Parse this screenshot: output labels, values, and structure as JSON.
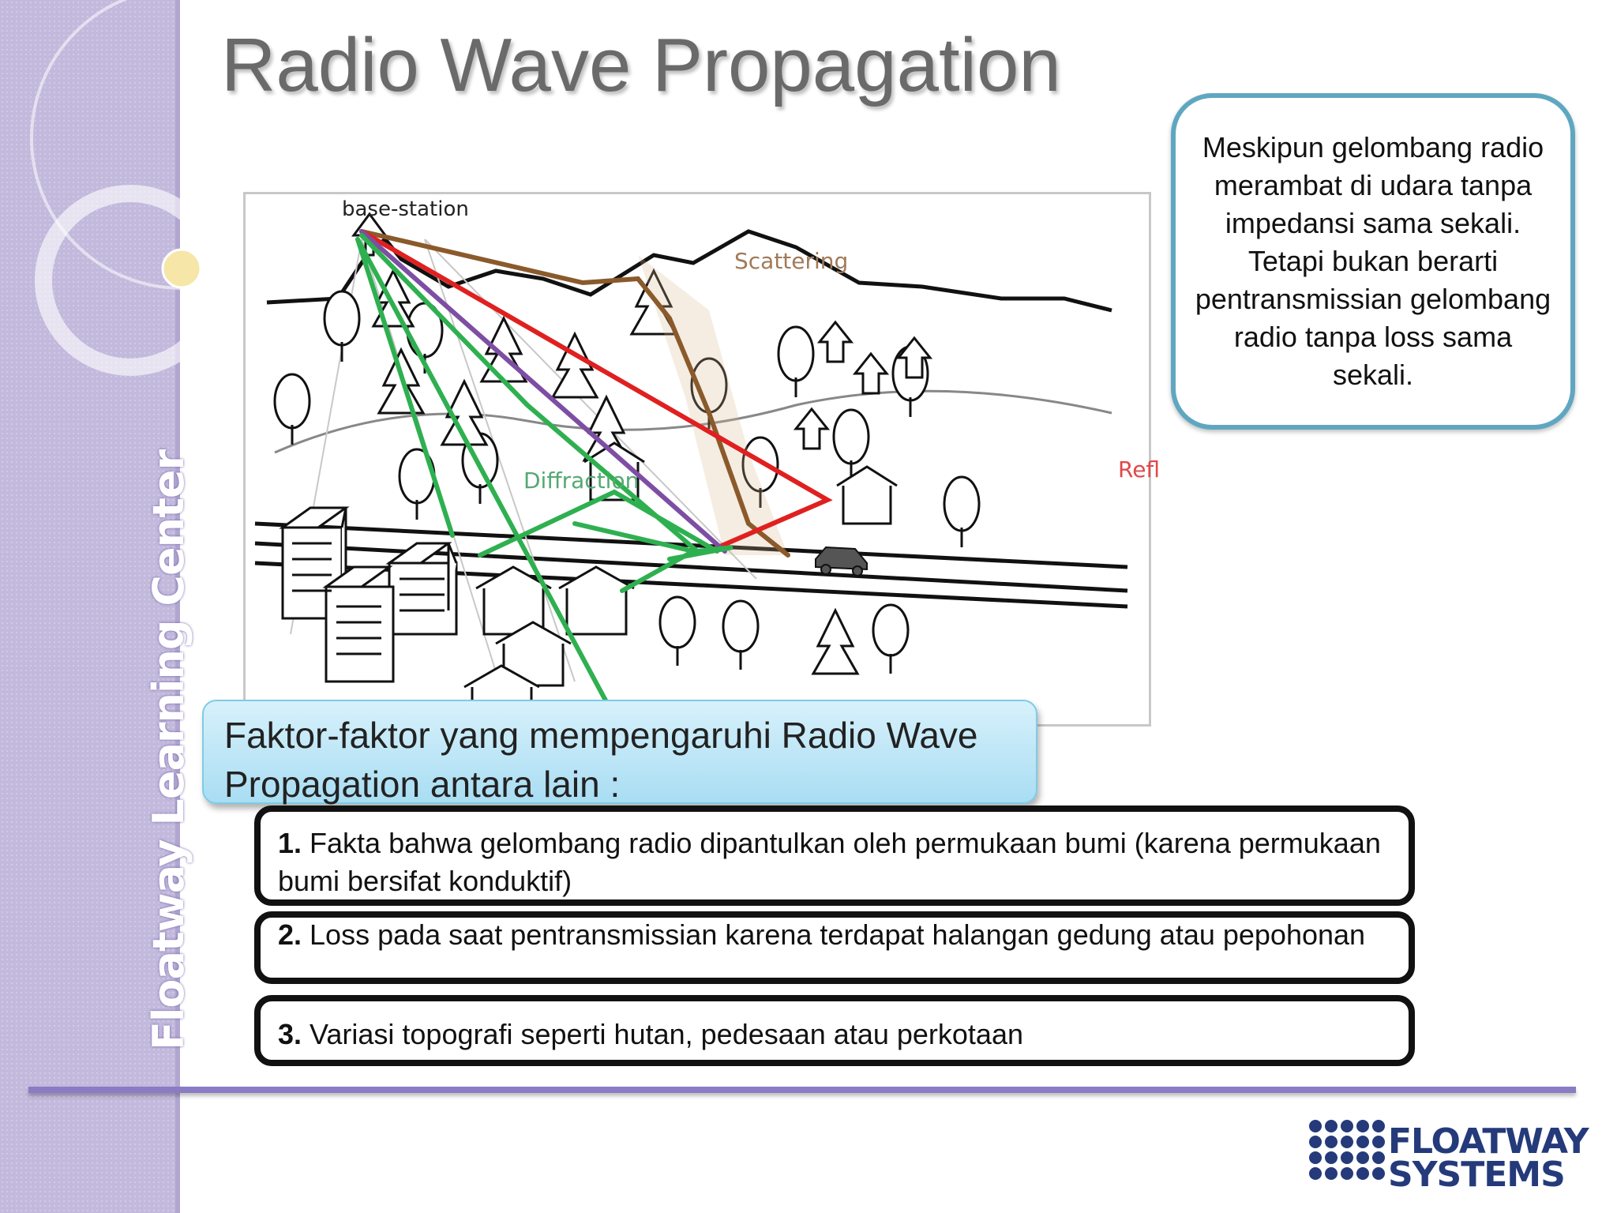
{
  "sidebar": {
    "vertical_label": "Floatway Learning Center"
  },
  "title": "Radio Wave Propagation",
  "diagram": {
    "labels": {
      "base_station": "base-station",
      "scattering": "Scattering",
      "diffraction": "Diffraction",
      "reflection": "Reflection"
    },
    "colors": {
      "scattering": "#8b5a2b",
      "reflection": "#e02020",
      "diffraction": "#2fb050",
      "direct": "#7d4ea3"
    }
  },
  "note": "Meskipun gelombang radio merambat di udara tanpa impedansi sama sekali. Tetapi bukan berarti pentransmissian gelombang radio tanpa loss sama sekali.",
  "factors": {
    "heading": "Faktor-faktor yang mempengaruhi Radio Wave Propagation antara lain :",
    "items": [
      {
        "number": "1.",
        "text": " Fakta bahwa gelombang radio dipantulkan oleh permukaan bumi (karena permukaan bumi bersifat konduktif)"
      },
      {
        "number": "2.",
        "text": " Loss pada saat pentransmissian karena terdapat halangan gedung atau pepohonan"
      },
      {
        "number": "3.",
        "text": " Variasi topografi seperti hutan, pedesaan atau perkotaan"
      }
    ]
  },
  "logo": {
    "line1": "FLOATWAY",
    "line2": "SYSTEMS",
    "color": "#243a7a"
  }
}
